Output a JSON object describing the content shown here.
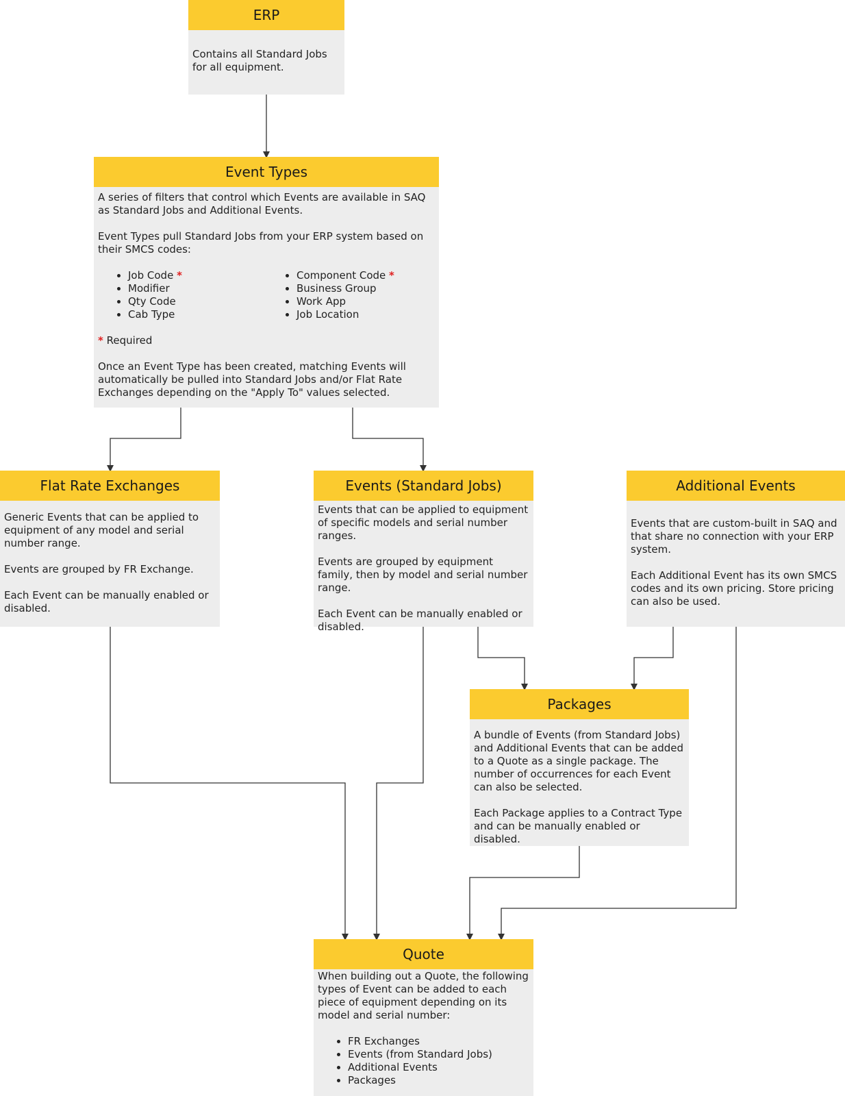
{
  "diagram": {
    "nodes": {
      "erp": {
        "title": "ERP",
        "lines": [
          "Contains all Standard Jobs",
          "for all equipment."
        ]
      },
      "event_types": {
        "title": "Event Types",
        "para1": "A series of filters that control which Events are available in SAQ as Standard Jobs and Additional Events.",
        "para2": "Event Types pull Standard Jobs from your ERP system based on their SMCS codes:",
        "codes_left": [
          "Job Code",
          "Modifier",
          "Qty Code",
          "Cab Type"
        ],
        "codes_right": [
          "Component Code",
          "Business Group",
          "Work App",
          "Job Location"
        ],
        "required_marker": "*",
        "required_label": "Required",
        "para3": "Once an Event Type has been created, matching Events will automatically be pulled into Standard Jobs and/or Flat Rate Exchanges depending on the \"Apply To\" values selected."
      },
      "flat_rate": {
        "title": "Flat Rate Exchanges",
        "para1": "Generic Events that can be applied to equipment of any model and serial number range.",
        "para2": "Events are grouped by FR Exchange.",
        "para3": "Each Event can be manually enabled or disabled."
      },
      "events_std": {
        "title": "Events (Standard Jobs)",
        "para1": "Events that can be applied to equipment of specific models and serial number ranges.",
        "para2": "Events are grouped by equipment family, then by model and serial number range.",
        "para3": "Each Event can be manually enabled or disabled."
      },
      "additional": {
        "title": "Additional Events",
        "para1": "Events that are custom-built in SAQ and that share no connection with your ERP system.",
        "para2": "Each Additional Event has its own SMCS codes and its own pricing. Store pricing can also be used."
      },
      "packages": {
        "title": "Packages",
        "para1": "A bundle of Events (from Standard Jobs) and Additional Events that can be added to a Quote as a single package. The number of occurrences for each Event can also be selected.",
        "para2": "Each Package applies to a Contract Type and can be manually enabled or disabled."
      },
      "quote": {
        "title": "Quote",
        "para1": "When building out a Quote, the following types of Event can be added to each piece of equipment depending on its model and serial number:",
        "items": [
          "FR Exchanges",
          "Events (from Standard Jobs)",
          "Additional Events",
          "Packages"
        ]
      }
    },
    "edges": [
      {
        "from": "erp",
        "to": "event_types"
      },
      {
        "from": "event_types",
        "to": "flat_rate"
      },
      {
        "from": "event_types",
        "to": "events_std"
      },
      {
        "from": "events_std",
        "to": "packages"
      },
      {
        "from": "additional",
        "to": "packages"
      },
      {
        "from": "flat_rate",
        "to": "quote"
      },
      {
        "from": "events_std",
        "to": "quote"
      },
      {
        "from": "packages",
        "to": "quote"
      },
      {
        "from": "additional",
        "to": "quote"
      }
    ],
    "colors": {
      "header": "#fbcb2f",
      "body": "#ededed",
      "connector": "#333333",
      "required_star": "#e02020"
    }
  }
}
